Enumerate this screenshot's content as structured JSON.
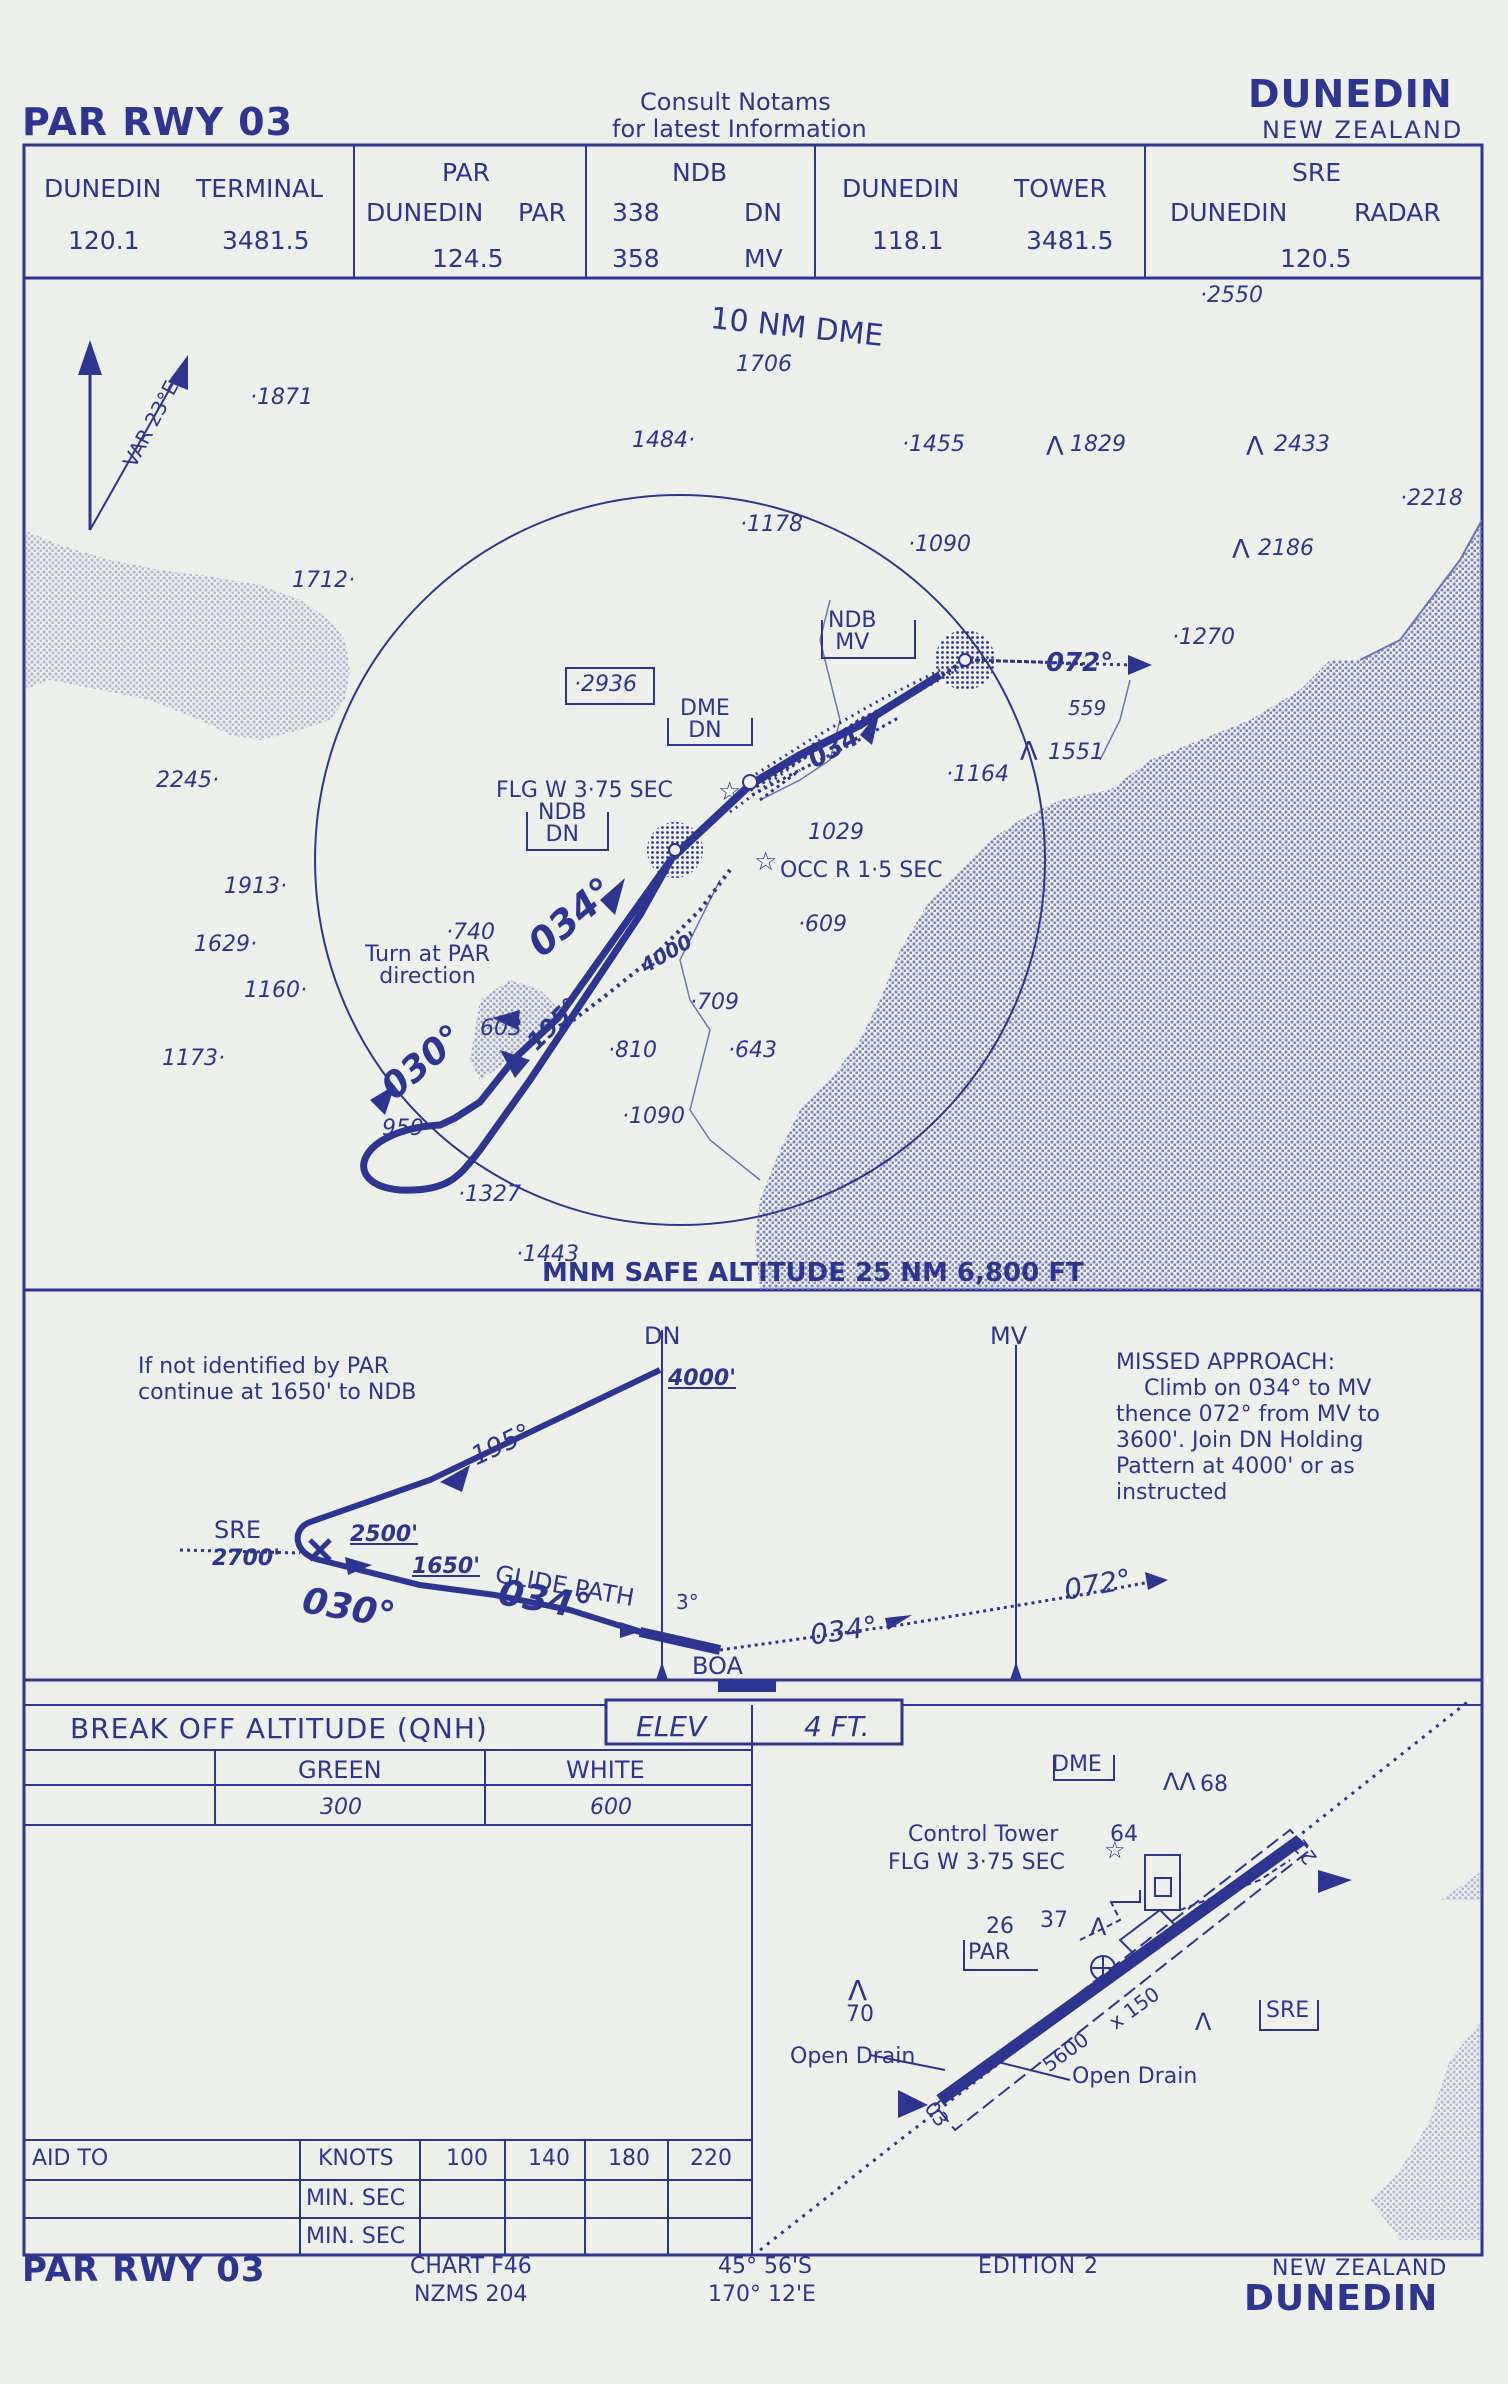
{
  "header": {
    "title_left": "PAR RWY 03",
    "notams_line1": "Consult  Notams",
    "notams_line2": "for  latest  Information",
    "city": "DUNEDIN",
    "country": "NEW ZEALAND"
  },
  "freq_table": {
    "terminal": {
      "name1": "DUNEDIN",
      "name2": "TERMINAL",
      "f1": "120.1",
      "f2": "3481.5"
    },
    "par": {
      "title": "PAR",
      "name1": "DUNEDIN",
      "name2": "PAR",
      "f1": "124.5"
    },
    "ndb": {
      "title": "NDB",
      "r1a": "338",
      "r1b": "DN",
      "r2a": "358",
      "r2b": "MV"
    },
    "tower": {
      "name1": "DUNEDIN",
      "name2": "TOWER",
      "f1": "118.1",
      "f2": "3481.5"
    },
    "sre": {
      "title": "SRE",
      "name1": "DUNEDIN",
      "name2": "RADAR",
      "f1": "120.5"
    }
  },
  "plan": {
    "dme_ring": "10 NM DME",
    "var": "VAR  23°E",
    "spot_heights": [
      "2550",
      "1871",
      "1706",
      "1484",
      "1455",
      "1829",
      "2433",
      "2218",
      "1178",
      "1090",
      "2186",
      "1712",
      "1270",
      "2936",
      "559",
      "1551",
      "1164",
      "2245",
      "1029",
      "1913",
      "609",
      "740",
      "1629",
      "1160",
      "709",
      "603",
      "1173",
      "810",
      "643",
      "959",
      "1090",
      "1327",
      "1443"
    ],
    "ndb_mv": [
      "NDB",
      "MV"
    ],
    "dme_dn": [
      "DME",
      "DN"
    ],
    "ndb_dn": [
      "NDB",
      "DN"
    ],
    "flg": "FLG W 3·75 SEC",
    "occ": "OCC R 1·5 SEC",
    "turn": [
      "Turn at PAR",
      "direction"
    ],
    "hdg_072": "072°",
    "hdg_034a": "034°",
    "hdg_034b": "034°",
    "hdg_030": "030°",
    "hdg_195": "195°",
    "alt_4000": "4000'",
    "msa": "MNM SAFE ALTITUDE 25 NM 6,800 FT"
  },
  "profile": {
    "note_line1": "If not identified by PAR",
    "note_line2": "continue at 1650' to NDB",
    "dn": "DN",
    "mv": "MV",
    "alt_4000": "4000'",
    "hdg_195": "195°",
    "sre": "SRE",
    "sre_alt": "2700'",
    "alt_2500": "2500'",
    "alt_1650": "1650'",
    "hdg_030": "030°",
    "hdg_034": "034°",
    "glide_path": "GLIDE PATH",
    "gp_angle": "3°",
    "hdg_034b": "034°",
    "hdg_072": "072°",
    "boa": "BOA",
    "missed_title": "MISSED APPROACH:",
    "missed_lines": [
      "Climb on 034° to MV",
      "thence 072° from MV to",
      "3600'. Join DN Holding",
      "Pattern at 4000' or as",
      "instructed"
    ]
  },
  "boa_table": {
    "title": "BREAK OFF ALTITUDE (QNH)",
    "elev_label": "ELEV",
    "elev_value": "4 FT.",
    "green_label": "GREEN",
    "white_label": "WHITE",
    "green_value": "300",
    "white_value": "600"
  },
  "aid_table": {
    "aid_to": "AID TO",
    "knots": "KNOTS",
    "speeds": [
      "100",
      "140",
      "180",
      "220"
    ],
    "min_sec": "MIN. SEC"
  },
  "airport": {
    "dme": "DME",
    "dme_elev": "68",
    "tower": "Control Tower",
    "tower_elev": "64",
    "flg": "FLG W 3·75 SEC",
    "par_elev": "26",
    "par": "PAR",
    "elev_37": "37",
    "elev_70": "70",
    "sre": "SRE",
    "open_drain_left": "Open Drain",
    "open_drain_right": "Open Drain",
    "rwy_len": "5600",
    "rwy_w": "x 150",
    "rwy_03": "03",
    "rwy_21": "21"
  },
  "footer": {
    "title_left": "PAR RWY 03",
    "chart": "CHART  F46",
    "nzms": "NZMS  204",
    "lat": "45° 56'S",
    "lon": "170° 12'E",
    "edition": "EDITION  2",
    "country": "NEW  ZEALAND",
    "city": "DUNEDIN"
  }
}
